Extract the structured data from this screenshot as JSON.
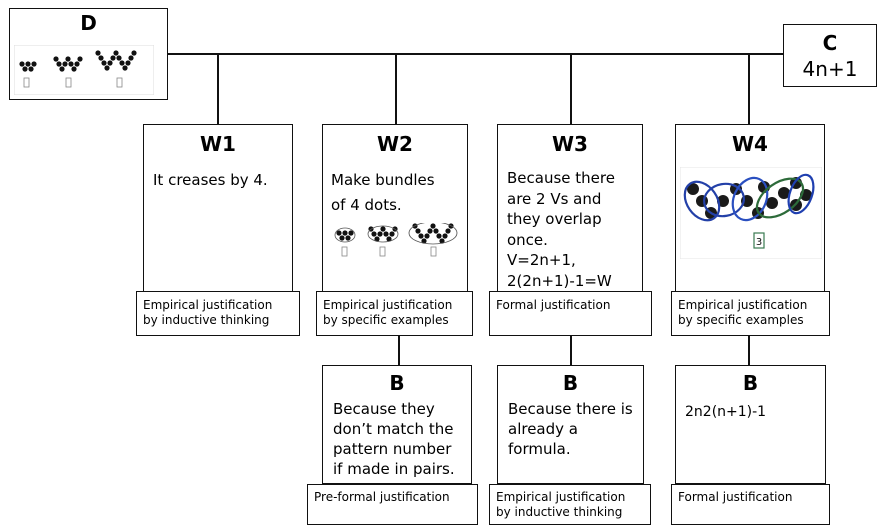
{
  "diagram": {
    "data_box": {
      "label": "D"
    },
    "claim_box": {
      "label": "C",
      "text": "4n+1"
    },
    "warrants": [
      {
        "label": "W1",
        "text": "It creases by 4.",
        "justification": "Empirical justification\nby inductive thinking"
      },
      {
        "label": "W2",
        "text": "Make bundles\nof 4 dots.",
        "justification": "Empirical justification\nby specific examples"
      },
      {
        "label": "W3",
        "text": "Because there\nare 2 Vs and\nthey overlap\nonce.\nV=2n+1,\n2(2n+1)-1=W",
        "justification": "Formal justification"
      },
      {
        "label": "W4",
        "text": "",
        "pattern_number": "3",
        "justification": "Empirical justification\nby specific examples"
      }
    ],
    "backings": [
      {
        "label": "B",
        "text": "Because they\ndon’t match the\npattern number\nif made in pairs.",
        "justification": "Pre-formal justification"
      },
      {
        "label": "B",
        "text": "Because there is\nalready a\nformula.",
        "justification": "Empirical justification\nby inductive thinking"
      },
      {
        "label": "B",
        "text": "2n2(n+1)-1",
        "justification": "Formal justification"
      }
    ]
  }
}
